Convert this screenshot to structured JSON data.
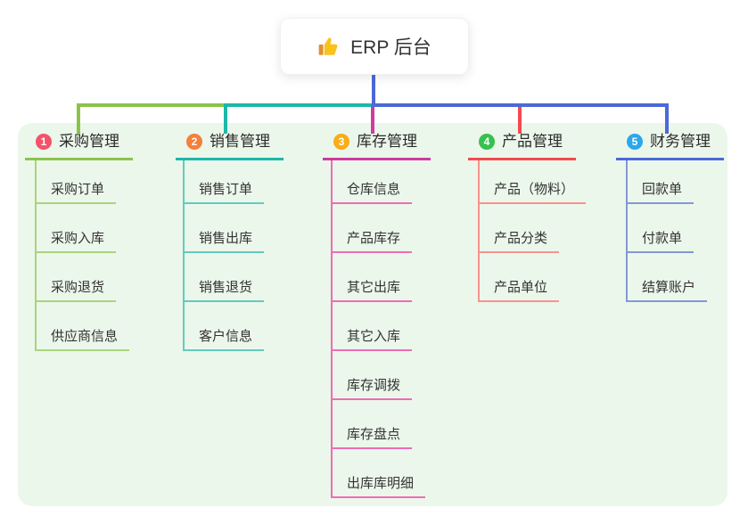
{
  "root": {
    "label": "ERP 后台",
    "icon": "thumbs-up-icon",
    "line_color": "#4a69d9"
  },
  "panel": {
    "bg": "#ecf7eb"
  },
  "branches": [
    {
      "num": "1",
      "label": "采购管理",
      "badge_color": "#f4526a",
      "line_color": "#8bc34a",
      "child_line_color": "#a8d47e",
      "children": [
        "采购订单",
        "采购入库",
        "采购退货",
        "供应商信息"
      ]
    },
    {
      "num": "2",
      "label": "销售管理",
      "badge_color": "#f5803a",
      "line_color": "#1cb8a8",
      "child_line_color": "#63cabf",
      "children": [
        "销售订单",
        "销售出库",
        "销售退货",
        "客户信息"
      ]
    },
    {
      "num": "3",
      "label": "库存管理",
      "badge_color": "#fbac16",
      "line_color": "#cf3a9f",
      "child_line_color": "#ee6cb5",
      "children": [
        "仓库信息",
        "产品库存",
        "其它出库",
        "其它入库",
        "库存调拨",
        "库存盘点",
        "出库库明细"
      ]
    },
    {
      "num": "4",
      "label": "产品管理",
      "badge_color": "#36c14e",
      "line_color": "#f4494f",
      "child_line_color": "#f8928f",
      "children": [
        "产品（物料）",
        "产品分类",
        "产品单位"
      ]
    },
    {
      "num": "5",
      "label": "财务管理",
      "badge_color": "#2ba8ea",
      "line_color": "#4a69d9",
      "child_line_color": "#8298d8",
      "children": [
        "回款单",
        "付款单",
        "结算账户"
      ]
    }
  ]
}
